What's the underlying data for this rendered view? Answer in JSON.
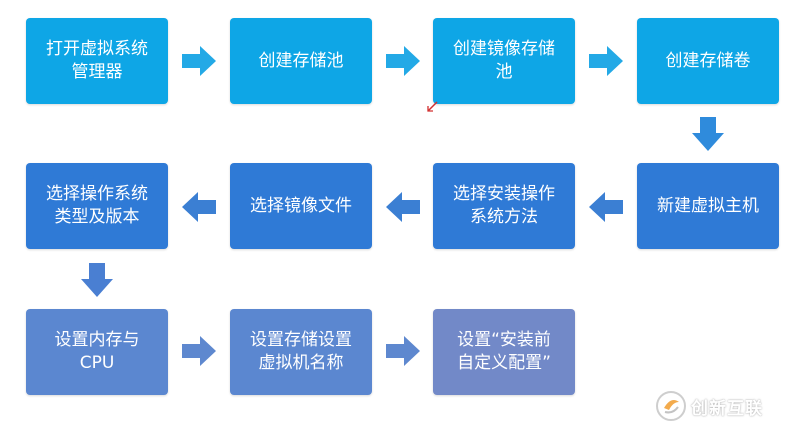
{
  "colors": {
    "row1": "#0ea6e6",
    "row2": "#2f7ad6",
    "row3": "#5b87d0",
    "row3_last": "#7289c8",
    "arrow_row1": "#23a9e6",
    "arrow_row2": "#3b7fd3",
    "arrow_row3": "#5e88cf"
  },
  "steps": [
    {
      "label": "打开虚拟系统\n管理器"
    },
    {
      "label": "创建存储池"
    },
    {
      "label": "创建镜像存储\n池"
    },
    {
      "label": "创建存储卷"
    },
    {
      "label": "新建虚拟主机"
    },
    {
      "label": "选择安装操作\n系统方法"
    },
    {
      "label": "选择镜像文件"
    },
    {
      "label": "选择操作系统\n类型及版本"
    },
    {
      "label": "设置内存与\nCPU"
    },
    {
      "label": "设置存储设置\n虚拟机名称"
    },
    {
      "label": "设置“安装前\n自定义配置”"
    }
  ],
  "watermark": {
    "text": "创新互联",
    "icon": "chuangxin-logo-icon"
  }
}
